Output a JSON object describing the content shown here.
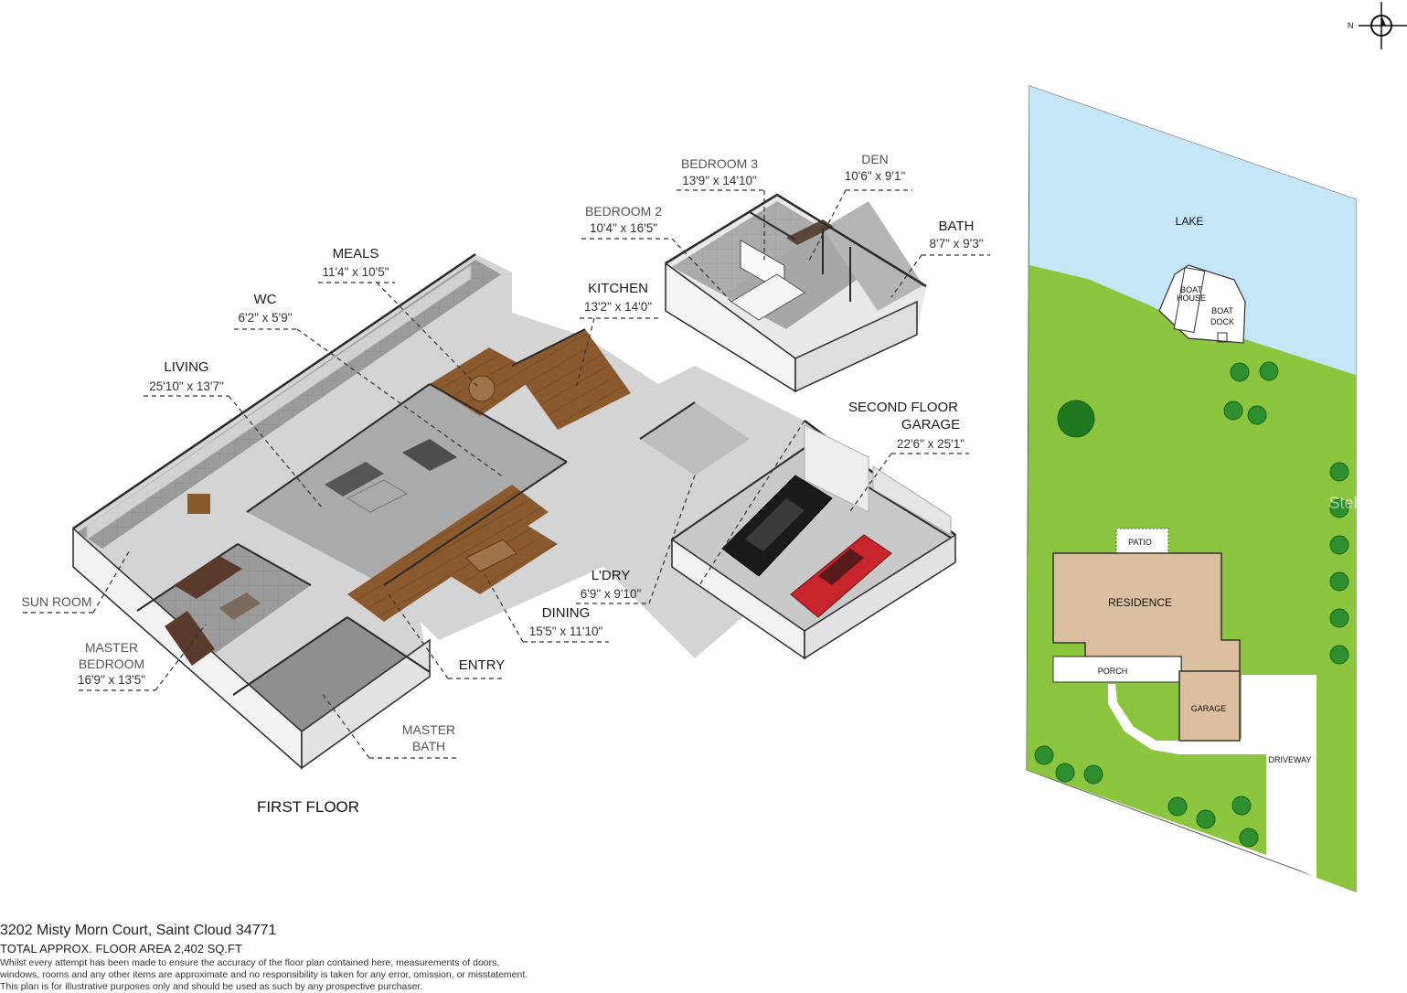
{
  "compass": {
    "north_label": "N"
  },
  "watermark": "Stellar MLS",
  "floors": {
    "first": "FIRST FLOOR",
    "second": "SECOND FLOOR"
  },
  "rooms": [
    {
      "id": "bedroom3",
      "name": "BEDROOM 3",
      "dims": "13'9\" x 14'10\""
    },
    {
      "id": "den",
      "name": "DEN",
      "dims": "10'6\" x 9'1\""
    },
    {
      "id": "bedroom2",
      "name": "BEDROOM 2",
      "dims": "10'4\" x 16'5\""
    },
    {
      "id": "bath",
      "name": "BATH",
      "dims": "8'7\" x 9'3\""
    },
    {
      "id": "meals",
      "name": "MEALS",
      "dims": "11'4\" x 10'5\""
    },
    {
      "id": "kitchen",
      "name": "KITCHEN",
      "dims": "13'2\" x 14'0\""
    },
    {
      "id": "wc",
      "name": "WC",
      "dims": "6'2\" x 5'9\""
    },
    {
      "id": "living",
      "name": "LIVING",
      "dims": "25'10\" x 13'7\""
    },
    {
      "id": "garage",
      "name": "GARAGE",
      "dims": "22'6\" x 25'1\""
    },
    {
      "id": "sunroom",
      "name": "SUN ROOM",
      "dims": ""
    },
    {
      "id": "masterbed",
      "name": "MASTER BEDROOM",
      "dims": "16'9\" x 13'5\""
    },
    {
      "id": "ldry",
      "name": "L'DRY",
      "dims": "6'9\" x 9'10\""
    },
    {
      "id": "dining",
      "name": "DINING",
      "dims": "15'5\" x 11'10\""
    },
    {
      "id": "entry",
      "name": "ENTRY",
      "dims": ""
    },
    {
      "id": "masterbath",
      "name": "MASTER BATH",
      "dims": ""
    }
  ],
  "site": {
    "lake": "LAKE",
    "boat_house": "BOAT HOUSE",
    "boat_dock": "BOAT DOCK",
    "patio": "PATIO",
    "residence": "RESIDENCE",
    "porch": "PORCH",
    "garage": "GARAGE",
    "driveway": "DRIVEWAY"
  },
  "footer": {
    "address": "3202 Misty Morn Court, Saint Cloud 34771",
    "total_area": "TOTAL APPROX. FLOOR AREA 2,402 SQ.FT",
    "disclaimer": [
      "Whilst every attempt has been made to ensure the accuracy of the floor plan contained here, measurements of doors,",
      "windows, rooms and any other items are approximate and no responsibility is taken for any error, omission, or misstatement.",
      "This plan is for illustrative purposes only and should be used as such by any prospective purchaser."
    ]
  },
  "colors": {
    "lake": "#c5e6f7",
    "lawn": "#8cc63f",
    "residence": "#dcbf9f",
    "wood": "#8b5a2b",
    "tile": "#9a9a9a",
    "wall": "#2a2a2a"
  }
}
